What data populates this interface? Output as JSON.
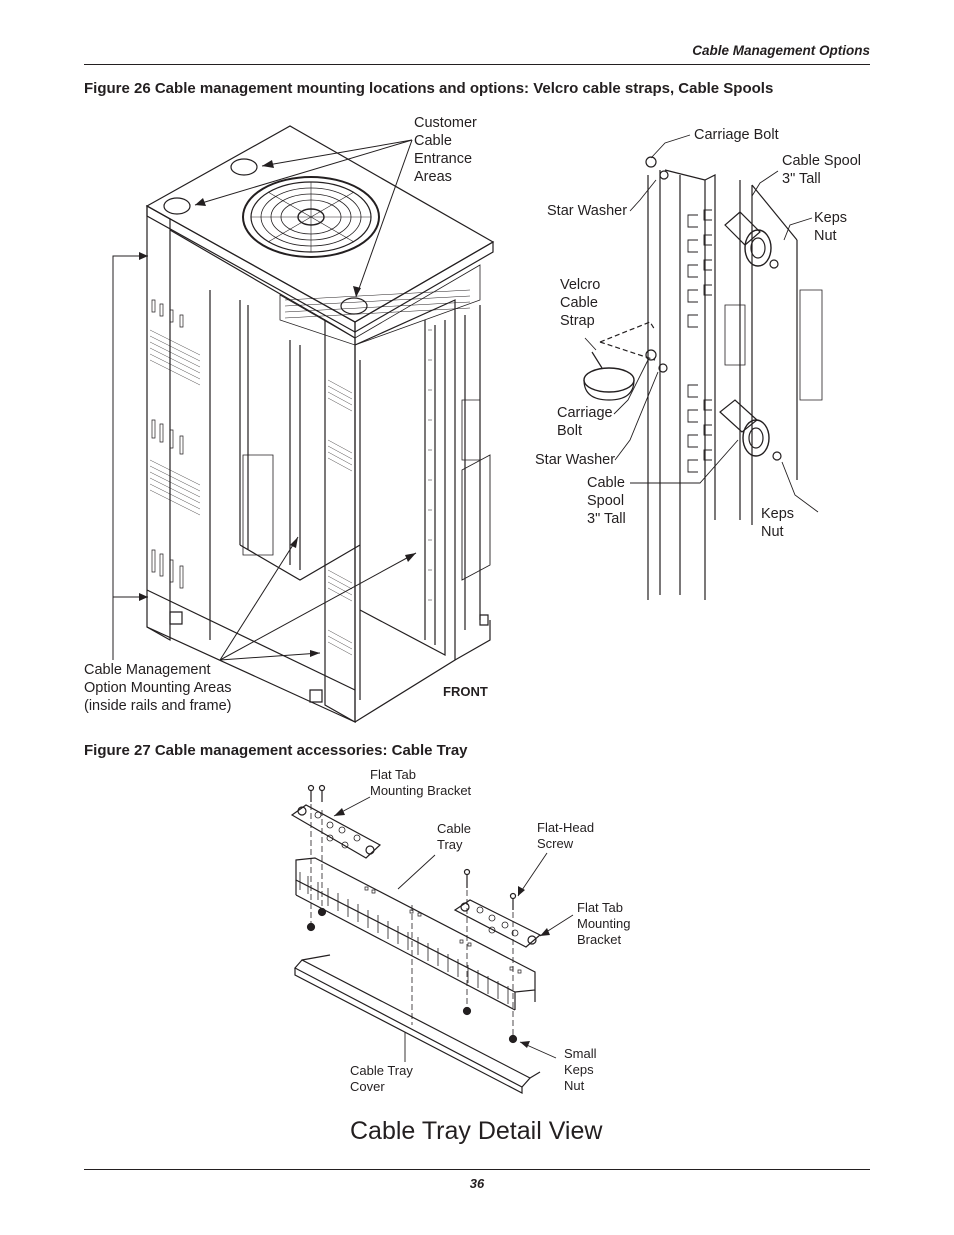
{
  "header": {
    "section_title": "Cable Management Options"
  },
  "figure26": {
    "caption": "Figure 26  Cable management mounting locations and options: Velcro cable straps, Cable Spools",
    "labels": {
      "entrance": "Customer\nCable\nEntrance\nAreas",
      "mounting_areas": "Cable Management\nOption Mounting Areas\n(inside rails and frame)",
      "front": "FRONT",
      "carriage_bolt_top": "Carriage Bolt",
      "cable_spool_top": "Cable Spool\n3\" Tall",
      "star_washer_top": "Star Washer",
      "keps_nut_top": "Keps\nNut",
      "velcro": "Velcro\nCable\nStrap",
      "carriage_bolt_mid": "Carriage\nBolt",
      "star_washer_mid": "Star Washer",
      "cable_spool_mid": "Cable\nSpool\n3\" Tall",
      "keps_nut_bottom": "Keps\nNut"
    }
  },
  "figure27": {
    "caption": "Figure 27  Cable management accessories: Cable Tray",
    "labels": {
      "flat_tab_top": "Flat Tab\nMounting Bracket",
      "cable_tray": "Cable\nTray",
      "flat_head_screw": "Flat-Head\nScrew",
      "flat_tab_right": "Flat Tab\nMounting\nBracket",
      "cable_tray_cover": "Cable Tray\nCover",
      "small_keps_nut": "Small\nKeps\nNut"
    },
    "detail_title": "Cable Tray Detail View"
  },
  "footer": {
    "page_number": "36"
  }
}
